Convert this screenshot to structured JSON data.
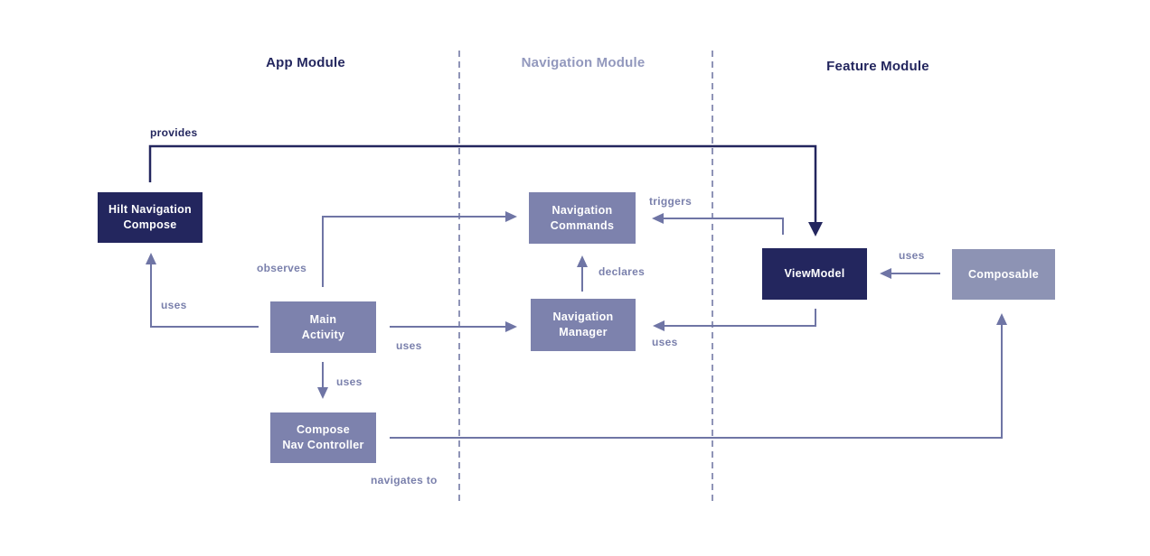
{
  "diagram": {
    "module_titles": {
      "app": "App Module",
      "navigation": "Navigation Module",
      "feature": "Feature Module"
    },
    "nodes": {
      "hilt_navigation_compose": "Hilt Navigation\nCompose",
      "navigation_commands": "Navigation\nCommands",
      "main_activity": "Main\nActivity",
      "navigation_manager": "Navigation\nManager",
      "viewmodel": "ViewModel",
      "composable": "Composable",
      "compose_nav_controller": "Compose\nNav Controller"
    },
    "edge_labels": {
      "provides": "provides",
      "uses_main_to_hilt": "uses",
      "observes": "observes",
      "uses_main_to_manager": "uses",
      "declares": "declares",
      "triggers": "triggers",
      "uses_viewmodel_to_manager": "uses",
      "uses_composable_to_viewmodel": "uses",
      "uses_main_to_controller": "uses",
      "navigates_to": "navigates to"
    },
    "colors": {
      "navy": "#23265E",
      "purple": "#7D82AD",
      "light_purple": "#8D93B4",
      "line": "#6F75A5",
      "label": "#7A80AC",
      "muted_title": "#9298BD",
      "dash": "#8F94B7"
    }
  }
}
